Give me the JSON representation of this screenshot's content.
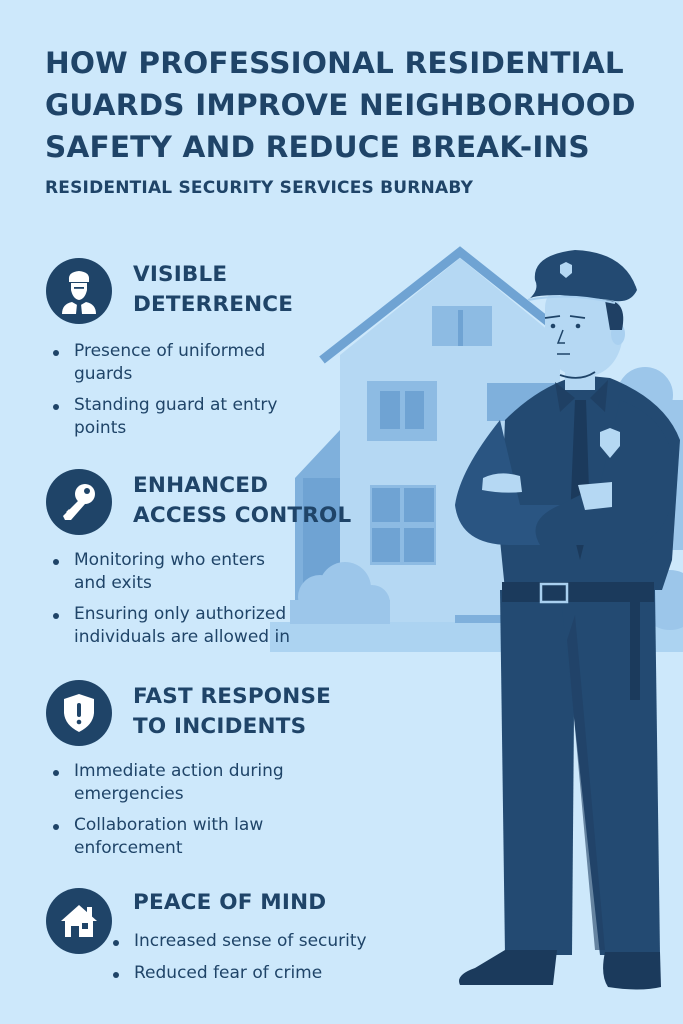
{
  "header": {
    "title_lines": [
      "HOW PROFESSIONAL RESIDENTIAL",
      "GUARDS IMPROVE NEIGHBORHOOD",
      "SAFETY AND REDUCE BREAK-INS"
    ],
    "subtitle": "RESIDENTIAL SECURITY SERVICES BURNABY"
  },
  "colors": {
    "background": "#cde8fb",
    "primary": "#1f4468",
    "house_light": "#a9d0f0",
    "house_mid": "#7fb0dc",
    "guard_uniform": "#234a72"
  },
  "sections": [
    {
      "icon": "guard-icon",
      "title_lines": [
        "VISIBLE",
        "DETERRENCE"
      ],
      "bullets": [
        [
          "Presence of uniformed",
          "guards"
        ],
        [
          "Standing guard at entry",
          "points"
        ]
      ]
    },
    {
      "icon": "key-icon",
      "title_lines": [
        "ENHANCED",
        "ACCESS CONTROL"
      ],
      "bullets": [
        [
          "Monitoring who enters",
          "and exits"
        ],
        [
          "Ensuring only authorized",
          "individuals are allowed in"
        ]
      ]
    },
    {
      "icon": "shield-alert-icon",
      "title_lines": [
        "FAST RESPONSE",
        "TO INCIDENTS"
      ],
      "bullets": [
        [
          "Immediate action during",
          "emergencies"
        ],
        [
          "Collaboration with law",
          "enforcement"
        ]
      ]
    },
    {
      "icon": "house-icon",
      "title_lines": [
        "PEACE OF MIND"
      ],
      "bullets": [
        [
          "Increased sense of security"
        ],
        [
          "Reduced fear of crime"
        ]
      ]
    }
  ],
  "illustration": {
    "subject": "security guard with crossed arms in front of house"
  }
}
